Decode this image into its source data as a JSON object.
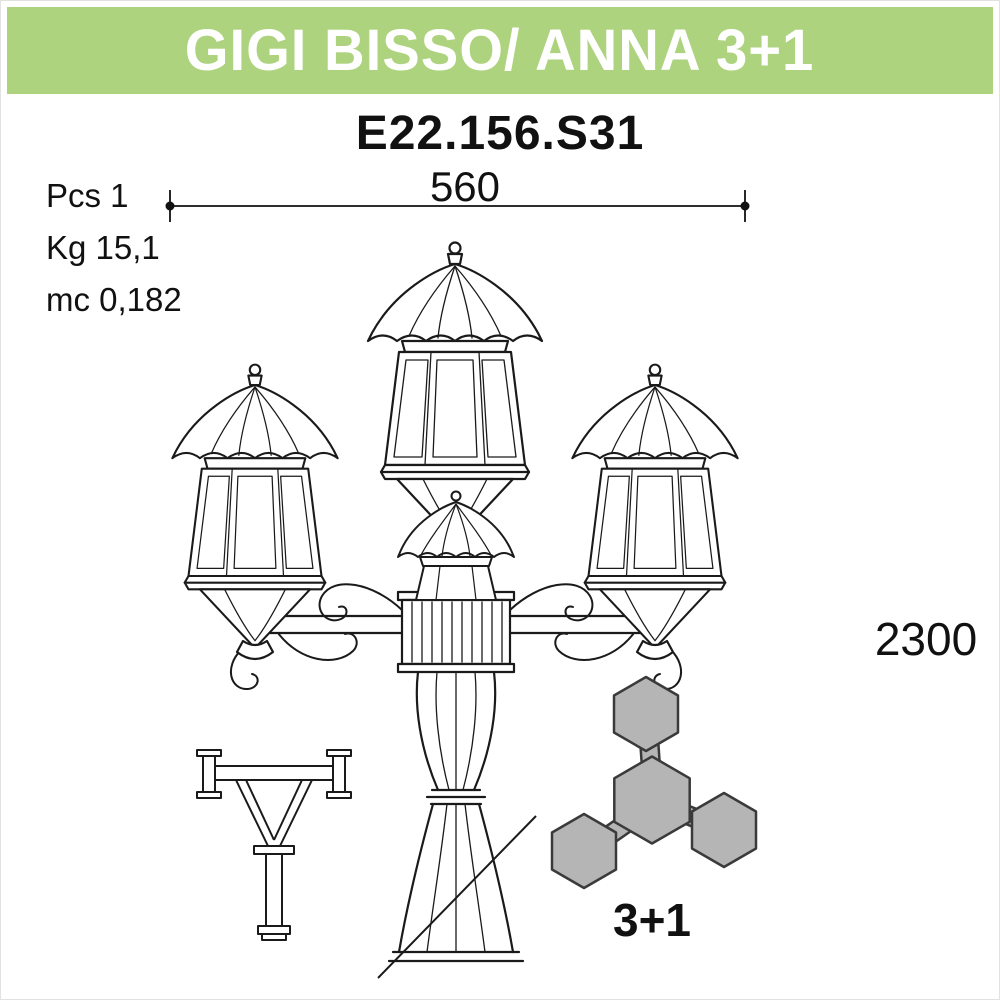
{
  "header": {
    "title": "GIGI BISSO/ ANNA 3+1"
  },
  "model_code": "E22.156.S31",
  "specs": {
    "pcs": "Pcs 1",
    "weight": "Kg 15,1",
    "volume": "mc 0,182"
  },
  "dimensions": {
    "width": "560",
    "height": "2300"
  },
  "configuration": {
    "label": "3+1"
  },
  "icons": {
    "lamp_drawing": "four-light-lamp-post-line-drawing",
    "anchor_drawing": "ground-anchor-bracket-line-drawing",
    "hexagon_diagram": "three-plus-one-lantern-configuration"
  },
  "colors": {
    "header_bg": "#aed37e",
    "header_text": "#ffffff",
    "line": "#1a1a1a",
    "hexagon_fill": "#b5b5b5",
    "background": "#ffffff"
  }
}
